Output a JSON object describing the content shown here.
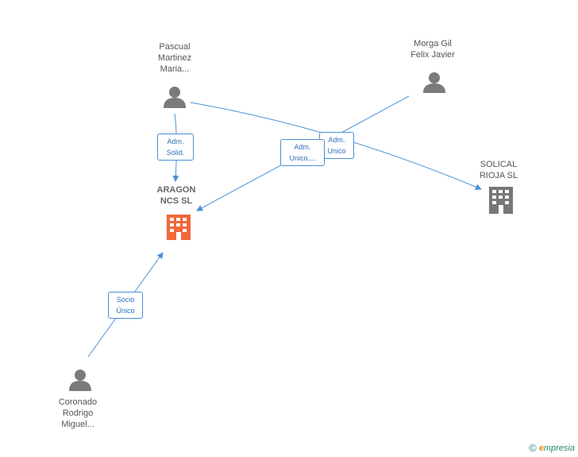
{
  "colors": {
    "edge": "#4a8fd8",
    "person": "#7a7a7a",
    "focus_company": "#f2673a",
    "company": "#777777"
  },
  "nodes": {
    "pascual": {
      "label": "Pascual\nMartinez\nMaria...",
      "icon": "person-icon"
    },
    "morga": {
      "label": "Morga Gil\nFelix Javier",
      "icon": "person-icon"
    },
    "aragon": {
      "label": "ARAGON\nNCS SL",
      "icon": "building-icon"
    },
    "solical": {
      "label": "SOLICAL\nRIOJA SL",
      "icon": "building-icon"
    },
    "coronado": {
      "label": "Coronado\nRodrigo\nMiguel...",
      "icon": "person-icon"
    }
  },
  "edges": {
    "adm_solid": "Adm.\nSolid.",
    "adm_unico_dots": "Adm.\nUnico,...",
    "adm_unico": "Adm.\nUnico",
    "socio_unico": "Socio\nÚnico"
  },
  "footer": {
    "copyright": "©",
    "brand_e": "e",
    "brand_rest": "mpresia"
  }
}
